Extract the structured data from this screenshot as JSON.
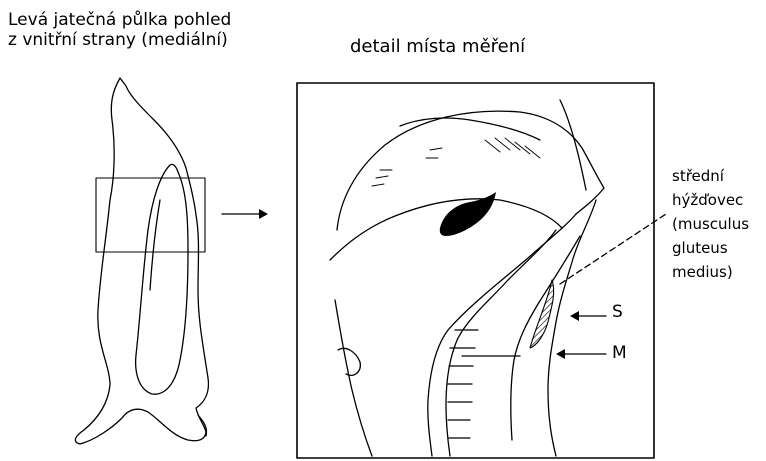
{
  "title_left": {
    "line1": "Levá jatečná půlka pohled",
    "line2": "z vnitřní strany (mediální)"
  },
  "title_right": "detail místa měření",
  "muscle_label": {
    "line1": "střední",
    "line2": "hýžďovec",
    "line3": "(musculus",
    "line4": "gluteus",
    "line5": "medius)"
  },
  "marker_s": "S",
  "marker_m": "M"
}
